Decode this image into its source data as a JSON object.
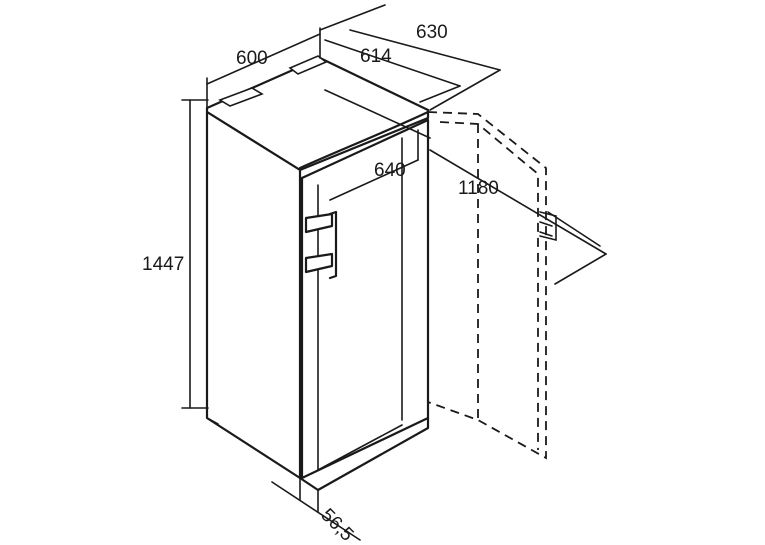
{
  "dimensions": {
    "height": "1447",
    "width": "600",
    "depth_total": "630",
    "depth_body": "614",
    "depth_door_open": "640",
    "width_door_open": "1180",
    "door_offset": "56,5"
  }
}
